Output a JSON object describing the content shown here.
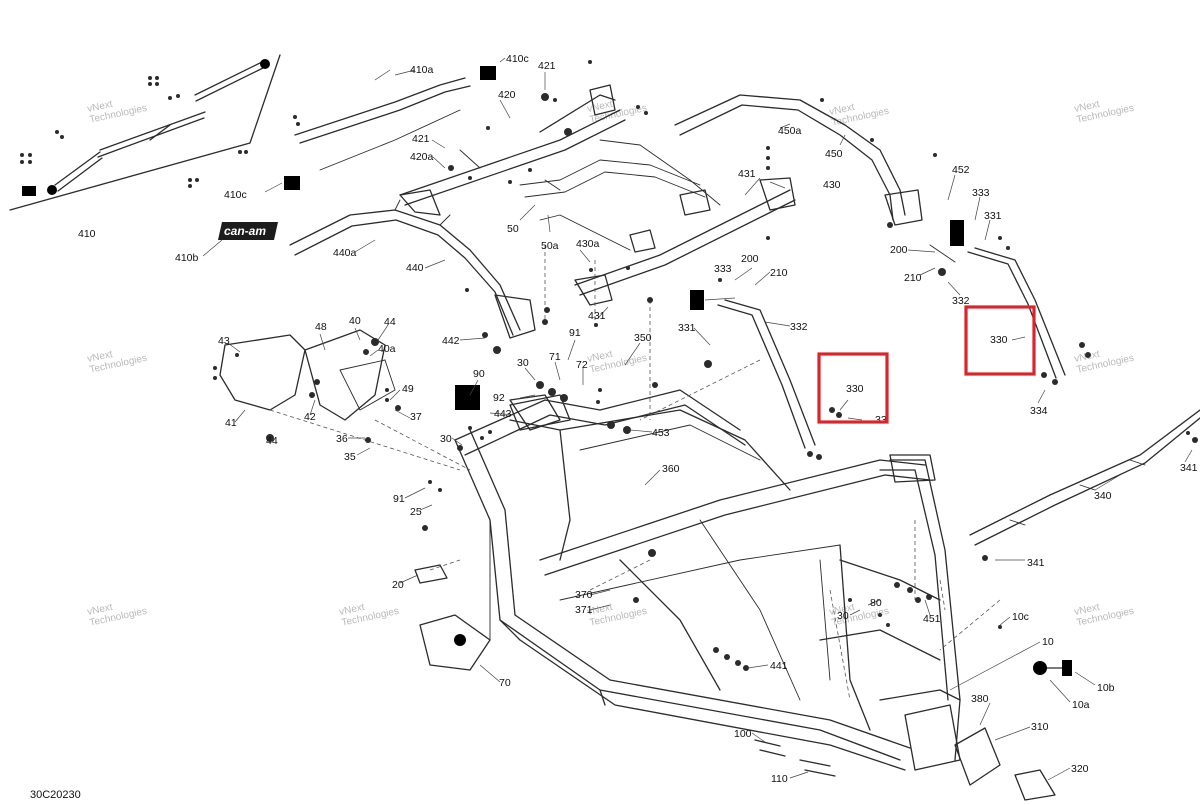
{
  "diagram": {
    "reference_code": "30C20230",
    "brand_logo_text": "can-am",
    "watermark": {
      "line1": "vNext",
      "line2": "Technologies",
      "inline": "vNext Technologies"
    },
    "callouts": [
      "410a",
      "410c",
      "421",
      "410",
      "410b",
      "410c",
      "420",
      "420a",
      "421",
      "450a",
      "450",
      "452",
      "333",
      "331",
      "200",
      "210",
      "332",
      "330",
      "334",
      "430",
      "431",
      "430a",
      "431",
      "50",
      "50a",
      "440a",
      "440",
      "442",
      "333",
      "200",
      "210",
      "331",
      "332",
      "350",
      "91",
      "71",
      "72",
      "30",
      "92",
      "443",
      "453",
      "90",
      "43",
      "48",
      "40",
      "44",
      "40a",
      "49",
      "37",
      "42",
      "41",
      "44",
      "36",
      "35",
      "330",
      "33",
      "341",
      "340",
      "341",
      "30",
      "91",
      "25",
      "20",
      "360",
      "370",
      "371",
      "80",
      "30",
      "451",
      "10c",
      "10",
      "10b",
      "10a",
      "441",
      "70",
      "380",
      "310",
      "320",
      "100",
      "110"
    ],
    "highlighted": [
      "330",
      "330"
    ]
  }
}
